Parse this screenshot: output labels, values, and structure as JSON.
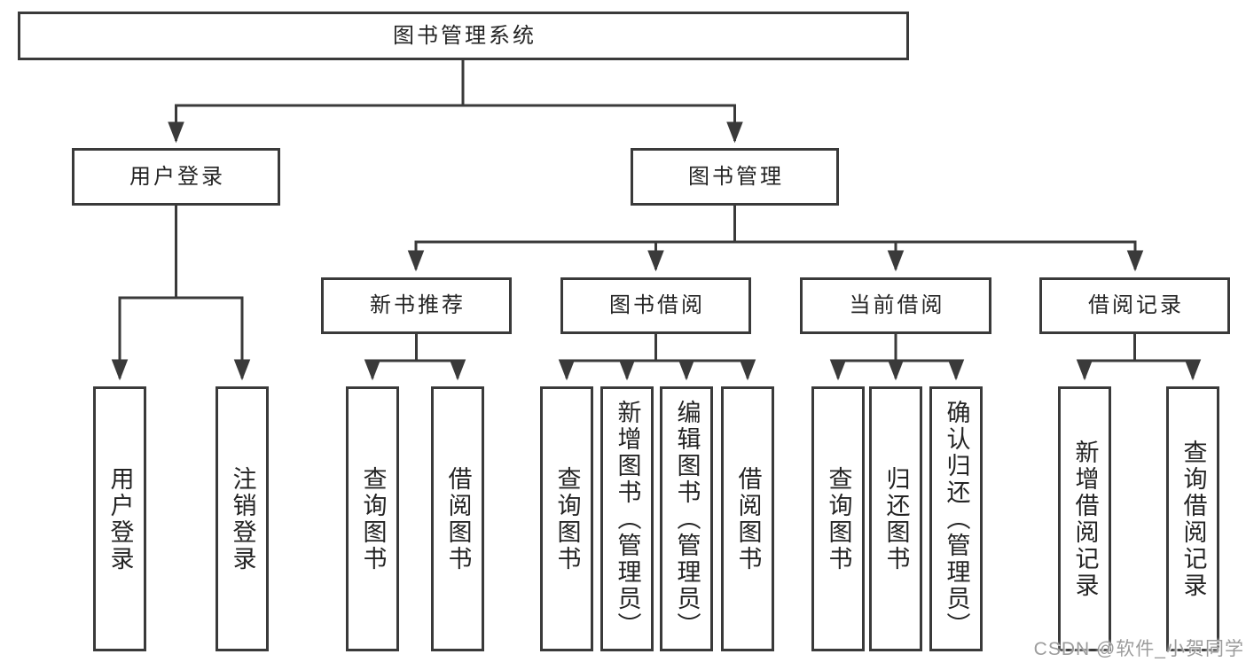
{
  "colors": {
    "line": "#3a3a3a",
    "box_border": "#3a3a3a",
    "box_background": "#ffffff",
    "text": "#242424",
    "watermark": "#9c9c9c",
    "page_background": "#ffffff"
  },
  "nodes": {
    "root": "图书管理系统",
    "user_login": "用户登录",
    "book_mgmt": "图书管理",
    "new_book_rec": "新书推荐",
    "book_borrow": "图书借阅",
    "current_borrow": "当前借阅",
    "borrow_record": "借阅记录",
    "ul_user_login": "用户登录",
    "ul_logout": "注销登录",
    "nb_query_book": "查询图书",
    "nb_borrow_book": "借阅图书",
    "bb_query_book": "查询图书",
    "bb_add_book": "新增图书（管理员）",
    "bb_edit_book": "编辑图书（管理员）",
    "bb_borrow_book": "借阅图书",
    "cb_query_book": "查询图书",
    "cb_return_book": "归还图书",
    "cb_confirm_return": "确认归还（管理员）",
    "br_add_record": "新增借阅记录",
    "br_query_record": "查询借阅记录"
  },
  "hierarchy": {
    "图书管理系统": [
      "用户登录",
      "图书管理"
    ],
    "用户登录": [
      "用户登录",
      "注销登录"
    ],
    "图书管理": [
      "新书推荐",
      "图书借阅",
      "当前借阅",
      "借阅记录"
    ],
    "新书推荐": [
      "查询图书",
      "借阅图书"
    ],
    "图书借阅": [
      "查询图书",
      "新增图书（管理员）",
      "编辑图书（管理员）",
      "借阅图书"
    ],
    "当前借阅": [
      "查询图书",
      "归还图书",
      "确认归还（管理员）"
    ],
    "借阅记录": [
      "新增借阅记录",
      "查询借阅记录"
    ]
  },
  "watermark": {
    "text": "CSDN @软件_小贺同学"
  }
}
